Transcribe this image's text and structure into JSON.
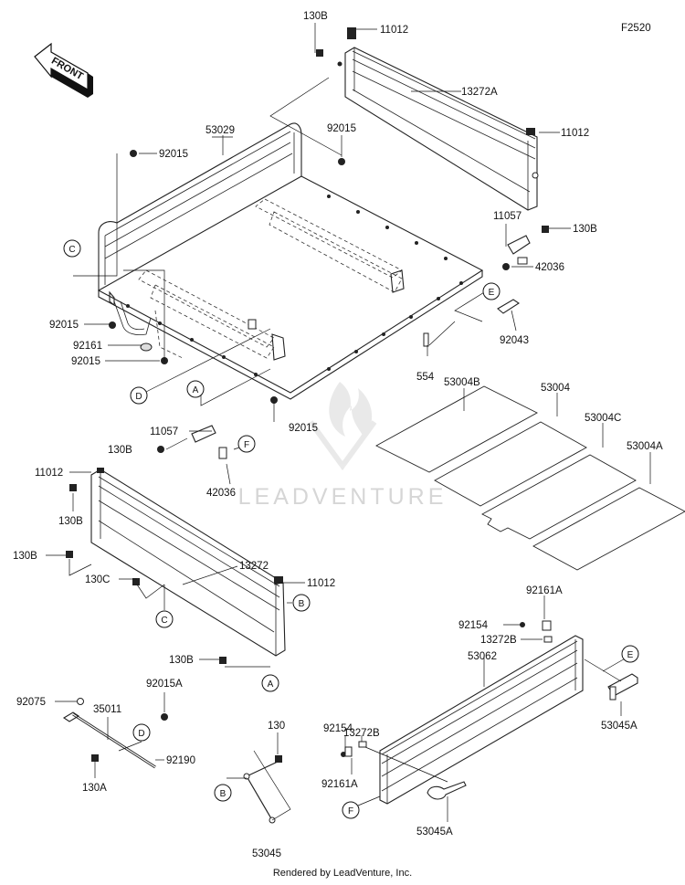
{
  "figure_code": "F2520",
  "front_arrow_label": "FRONT",
  "watermark_text": "LEADVENTURE",
  "credit": "Rendered by LeadVenture, Inc.",
  "callout_letters": [
    "A",
    "B",
    "C",
    "D",
    "E",
    "F"
  ],
  "part_labels": {
    "p130b_top": "130B",
    "p11012_top": "11012",
    "p13272a": "13272A",
    "p11012_right": "11012",
    "p53029": "53029",
    "p92015_bed_top": "92015",
    "p92015_left": "92015",
    "p11057_right": "11057",
    "p130b_right": "130B",
    "p42036_right": "42036",
    "p92015_bl": "92015",
    "p92161": "92161",
    "p92015_bl2": "92015",
    "p92043": "92043",
    "p554": "554",
    "p53004b": "53004B",
    "p53004": "53004",
    "p53004c": "53004C",
    "p53004a": "53004A",
    "p11057_left": "11057",
    "p130b_left": "130B",
    "p92015_bottom": "92015",
    "p42036_left": "42036",
    "p11012_mid": "11012",
    "p130b_gate1": "130B",
    "p130b_gate2": "130B",
    "p130c": "130C",
    "p13272": "13272",
    "p11012_gate": "11012",
    "p130b_gate3": "130B",
    "p92075": "92075",
    "p35011": "35011",
    "p92015a": "92015A",
    "p92190": "92190",
    "p130a": "130A",
    "p130": "130",
    "p53045": "53045",
    "p92161a_top": "92161A",
    "p92154_top": "92154",
    "p13272b_top": "13272B",
    "p53062": "53062",
    "p92154_bot": "92154",
    "p13272b_bot": "13272B",
    "p92161a_bot": "92161A",
    "p53045a_right": "53045A",
    "p53045a_bot": "53045A"
  }
}
